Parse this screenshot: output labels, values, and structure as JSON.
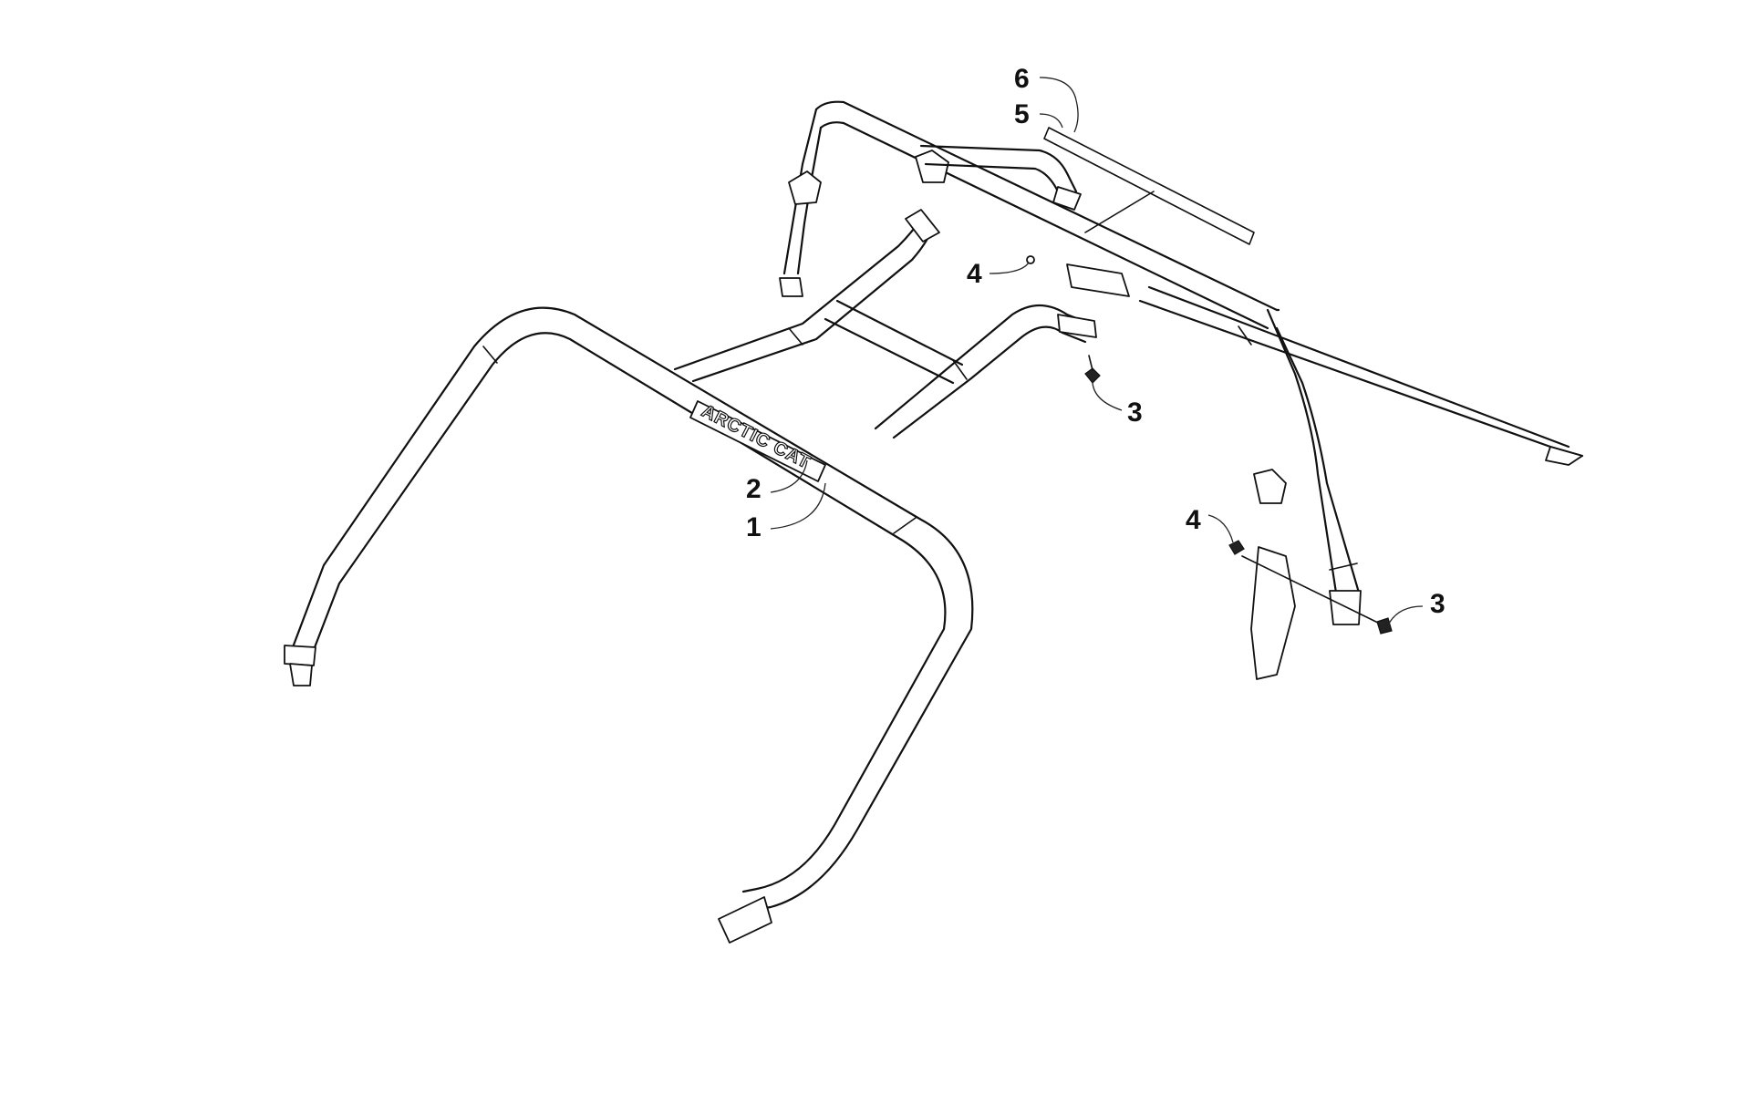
{
  "diagram": {
    "decal_text": "ARCTIC CAT",
    "callouts": [
      {
        "id": "callout-1",
        "label": "1"
      },
      {
        "id": "callout-2",
        "label": "2"
      },
      {
        "id": "callout-3-upper",
        "label": "3"
      },
      {
        "id": "callout-3-lower",
        "label": "3"
      },
      {
        "id": "callout-4-upper",
        "label": "4"
      },
      {
        "id": "callout-4-lower",
        "label": "4"
      },
      {
        "id": "callout-5",
        "label": "5"
      },
      {
        "id": "callout-6",
        "label": "6"
      }
    ]
  }
}
